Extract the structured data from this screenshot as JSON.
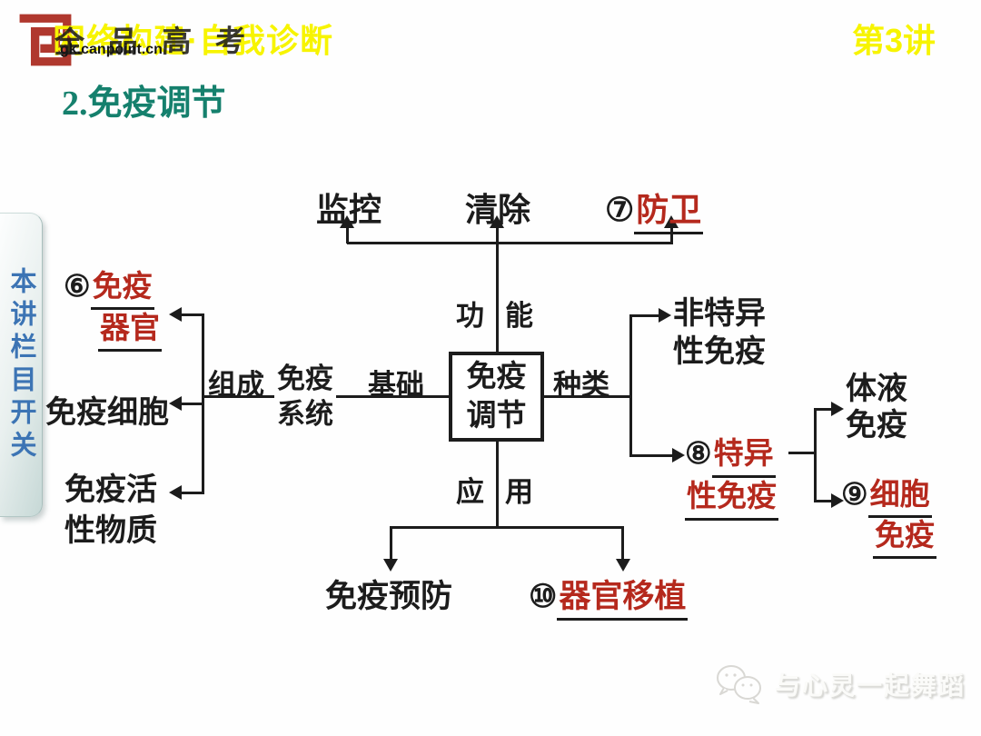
{
  "header": {
    "brand_overlay": "全品高考",
    "title": "网络构建·自我诊断",
    "lesson_badge": "第3讲",
    "site_url": "gk.canpoint.cn"
  },
  "page": {
    "section_title": "2.免疫调节"
  },
  "sidebar": {
    "toggle_label": "本讲栏目开关"
  },
  "diagram": {
    "center_node": {
      "line1": "免疫",
      "line2": "调节"
    },
    "labels": {
      "function_left": "功",
      "function_right": "能",
      "composition": "组成",
      "basis": "基础",
      "types": "种类",
      "application_left": "应",
      "application_right": "用"
    },
    "function_branch": {
      "monitor": "监控",
      "clear": "清除",
      "defense": {
        "num": "⑦",
        "text": "防卫"
      }
    },
    "composition_branch": {
      "system": {
        "line1": "免疫",
        "line2": "系统"
      },
      "organs": {
        "num": "⑥",
        "line1": "免疫",
        "line2": "器官"
      },
      "cells": "免疫细胞",
      "substances": {
        "line1": "免疫活",
        "line2": "性物质"
      }
    },
    "types_branch": {
      "nonspecific": {
        "line1": "非特异",
        "line2": "性免疫"
      },
      "specific": {
        "num": "⑧",
        "line1": "特异",
        "line2": "性免疫"
      },
      "humoral": {
        "line1": "体液",
        "line2": "免疫"
      },
      "cellular": {
        "num": "⑨",
        "line1": "细胞",
        "line2": "免疫"
      }
    },
    "application_branch": {
      "prevention": "免疫预防",
      "transplant": {
        "num": "⑩",
        "text": "器官移植"
      }
    }
  },
  "watermark": {
    "text": "与心灵一起舞蹈"
  },
  "colors": {
    "highlight_red": "#b5291d",
    "header_yellow": "#f7f400",
    "section_teal": "#15806d",
    "sidebar_blue": "#3c74b4",
    "diagram_ink": "#1c1c1c"
  }
}
